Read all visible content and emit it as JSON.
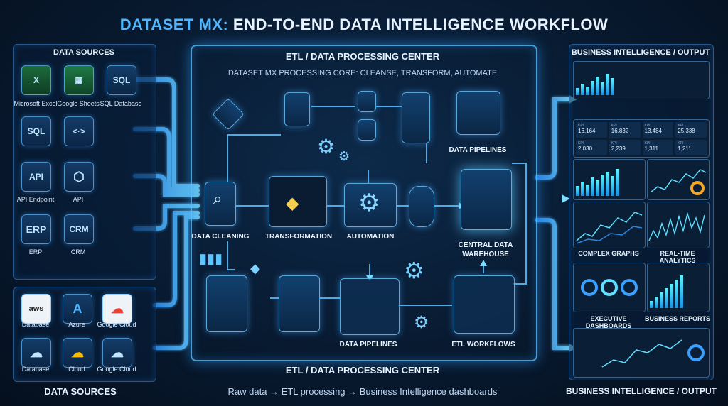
{
  "title": {
    "accent": "DATASET MX:",
    "rest": " END-TO-END DATA INTELLIGENCE WORKFLOW"
  },
  "sources": {
    "heading_top": "DATA SOURCES",
    "heading_bottom": "DATA SOURCES",
    "items": [
      {
        "label": "Microsoft Excel",
        "glyph": "X"
      },
      {
        "label": "Google Sheets",
        "glyph": "▦"
      },
      {
        "label": "SQL Database",
        "glyph": "SQL"
      },
      {
        "label": "",
        "glyph": "SQL"
      },
      {
        "label": "",
        "glyph": "<·>"
      },
      {
        "label": "API Endpoint",
        "glyph": "API"
      },
      {
        "label": "API",
        "glyph": "⬡"
      },
      {
        "label": "ERP",
        "glyph": "ERP"
      },
      {
        "label": "CRM",
        "glyph": "CRM"
      }
    ],
    "cloud": [
      {
        "label": "Database",
        "glyph": "aws"
      },
      {
        "label": "Azure",
        "glyph": "A"
      },
      {
        "label": "Google Cloud",
        "glyph": "☁"
      },
      {
        "label": "Database",
        "glyph": "☁"
      },
      {
        "label": "Cloud",
        "glyph": "☁"
      },
      {
        "label": "Google Cloud",
        "glyph": "☁"
      }
    ]
  },
  "center": {
    "heading_top": "ETL / DATA PROCESSING CENTER",
    "subheading": "DATASET MX PROCESSING CORE: CLEANSE, TRANSFORM, AUTOMATE",
    "heading_bottom": "ETL / DATA PROCESSING CENTER",
    "nodes": {
      "cleaning": "DATA CLEANING",
      "transformation": "TRANSFORMATION",
      "automation": "AUTOMATION",
      "pipelines_top": "DATA PIPELINES",
      "warehouse_line1": "CENTRAL DATA",
      "warehouse_line2": "WAREHOUSE",
      "pipelines_bottom": "DATA PIPELINES",
      "etl_workflows": "ETL WORKFLOWS"
    }
  },
  "output": {
    "heading_top": "BUSINESS INTELLIGENCE / OUTPUT",
    "heading_bottom": "BUSINESS INTELLIGENCE / OUTPUT",
    "kpis": [
      {
        "k": "KPI",
        "v": "16,164"
      },
      {
        "k": "KPI",
        "v": "16,832"
      },
      {
        "k": "KPI",
        "v": "13,484"
      },
      {
        "k": "KPI",
        "v": "25,338"
      },
      {
        "k": "KPI",
        "v": "2,030"
      },
      {
        "k": "KPI",
        "v": "2,239"
      },
      {
        "k": "KPI",
        "v": "1,311"
      },
      {
        "k": "KPI",
        "v": "1,211"
      }
    ],
    "labels": {
      "complex": "COMPLEX GRAPHS",
      "realtime": "REAL-TIME ANALYTICS",
      "executive": "EXECUTIVE DASHBOARDS",
      "reports": "BUSINESS REPORTS"
    }
  },
  "caption": "Raw data → ETL processing → Business Intelligence dashboards",
  "colors": {
    "accent": "#4fb6ff",
    "glow": "#2f9cff",
    "background": "#081a30"
  }
}
